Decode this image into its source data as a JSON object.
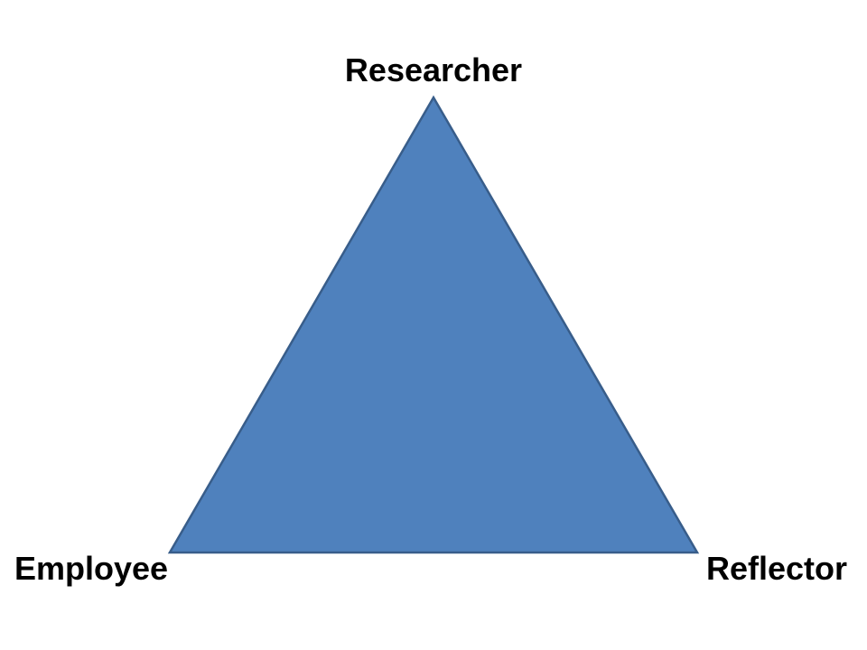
{
  "diagram": {
    "vertices": {
      "top": "Researcher",
      "left": "Employee",
      "right": "Reflector"
    },
    "colors": {
      "fill": "#4f81bd",
      "stroke": "#385d8a",
      "text": "#000000"
    }
  }
}
